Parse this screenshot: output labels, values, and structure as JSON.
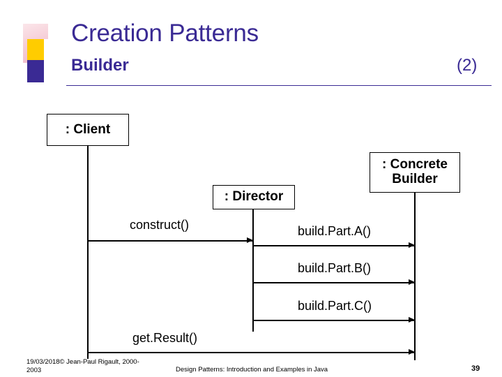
{
  "slide": {
    "title": "Creation Patterns",
    "subtitle": "Builder",
    "slide_marker": "(2)",
    "accent_color": "#3A2A94"
  },
  "diagram": {
    "type": "uml-sequence-diagram",
    "objects": [
      {
        "name": "client",
        "label": ": Client"
      },
      {
        "name": "director",
        "label": ": Director"
      },
      {
        "name": "concrete-builder",
        "label_line1": ": Concrete",
        "label_line2": "Builder"
      }
    ],
    "messages": [
      {
        "name": "construct",
        "label": "construct()",
        "from": "client",
        "to": "director"
      },
      {
        "name": "build-part-a",
        "label": "build.Part.A()",
        "from": "director",
        "to": "concrete-builder"
      },
      {
        "name": "build-part-b",
        "label": "build.Part.B()",
        "from": "director",
        "to": "concrete-builder"
      },
      {
        "name": "build-part-c",
        "label": "build.Part.C()",
        "from": "director",
        "to": "concrete-builder"
      },
      {
        "name": "get-result",
        "label": "get.Result()",
        "from": "client",
        "to": "concrete-builder"
      }
    ]
  },
  "footer": {
    "left_line1": "19/03/2018© Jean-Paul Rigault, 2000-",
    "left_line2": "2003",
    "center": "Design Patterns: Introduction and Examples in Java",
    "page_number": "39"
  }
}
